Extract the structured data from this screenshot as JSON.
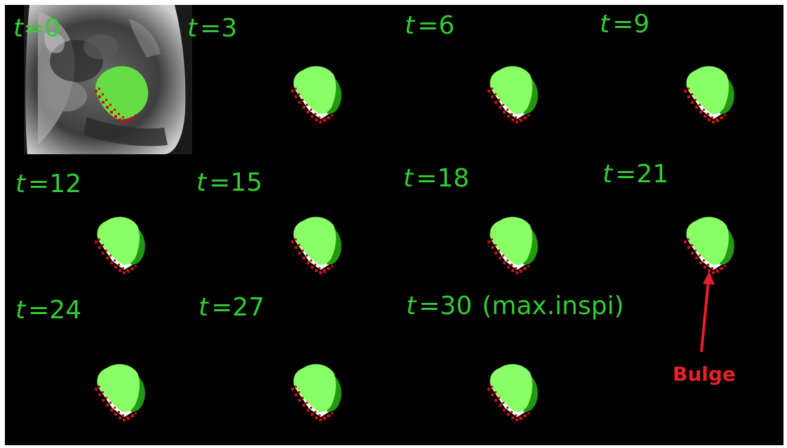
{
  "frames": [
    {
      "t": "t",
      "eq": "=0",
      "extra": ""
    },
    {
      "t": "t",
      "eq": "=3",
      "extra": ""
    },
    {
      "t": "t",
      "eq": "=6",
      "extra": ""
    },
    {
      "t": "t",
      "eq": "=9",
      "extra": ""
    },
    {
      "t": "t",
      "eq": "=12",
      "extra": ""
    },
    {
      "t": "t",
      "eq": "=15",
      "extra": ""
    },
    {
      "t": "t",
      "eq": "=18",
      "extra": ""
    },
    {
      "t": "t",
      "eq": "=21",
      "extra": ""
    },
    {
      "t": "t",
      "eq": "=24",
      "extra": ""
    },
    {
      "t": "t",
      "eq": "=27",
      "extra": ""
    },
    {
      "t": "t",
      "eq": "=30",
      "extra": "(max.inspi)"
    }
  ],
  "annotation": {
    "label": "Bulge",
    "color": "#e8202a"
  },
  "colors": {
    "background": "#000000",
    "label": "#33cc33",
    "organ_light": "#88ff66",
    "organ_dark": "#229911",
    "contour_dots": "#cc1111",
    "gap": "#ffffff"
  }
}
